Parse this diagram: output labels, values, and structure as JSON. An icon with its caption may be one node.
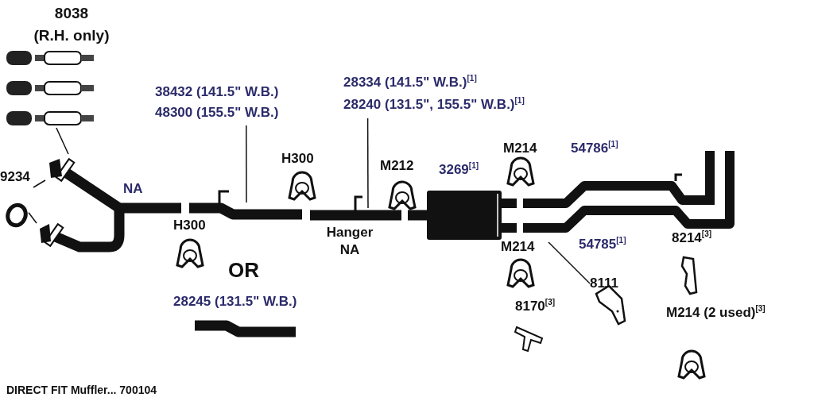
{
  "diagram": {
    "caption": "DIRECT FIT Muffler... 700104",
    "nodes": [
      {
        "text": [
          "8038",
          "(R.H. only)"
        ]
      },
      {
        "text": [],
        "shape": "picture"
      },
      {
        "text": [
          "9234"
        ]
      },
      {
        "text": [],
        "shape": "circle"
      },
      {
        "text": [
          "38432 (141.5\" W.B.)",
          "48300 (155.5\" W.B.)"
        ]
      },
      {
        "text": [
          "28334 (141.5\" W.B.)$^{[1]}$",
          "28240 (131.5\", 155.5\" W.B.)$^{[1]}$"
        ]
      },
      {
        "text": [
          "8111"
        ]
      }
    ],
    "edges": [
      {
        "from": 1,
        "to": null,
        "arrow": "none"
      },
      {
        "from": 2,
        "to": null,
        "arrow": "none"
      },
      {
        "from": 3,
        "to": null,
        "arrow": "none"
      },
      {
        "from": 4,
        "to": null,
        "arrow": "none"
      },
      {
        "from": 5,
        "to": null,
        "arrow": "none"
      },
      {
        "from": 6,
        "to": null,
        "arrow": "none"
      }
    ],
    "labels": [
      "NA",
      "H300",
      "H300",
      "Hanger NA",
      "M212",
      "3269$^{[1]}$",
      "M214",
      "54786$^{[1]}$",
      "54785$^{[1]}$",
      "M214",
      "8214$^{[3]}$",
      "8170$^{[3]}$",
      "M214 (2 used)$^{[3]}$",
      "OR",
      "28245 (131.5\" W.B.)"
    ]
  }
}
